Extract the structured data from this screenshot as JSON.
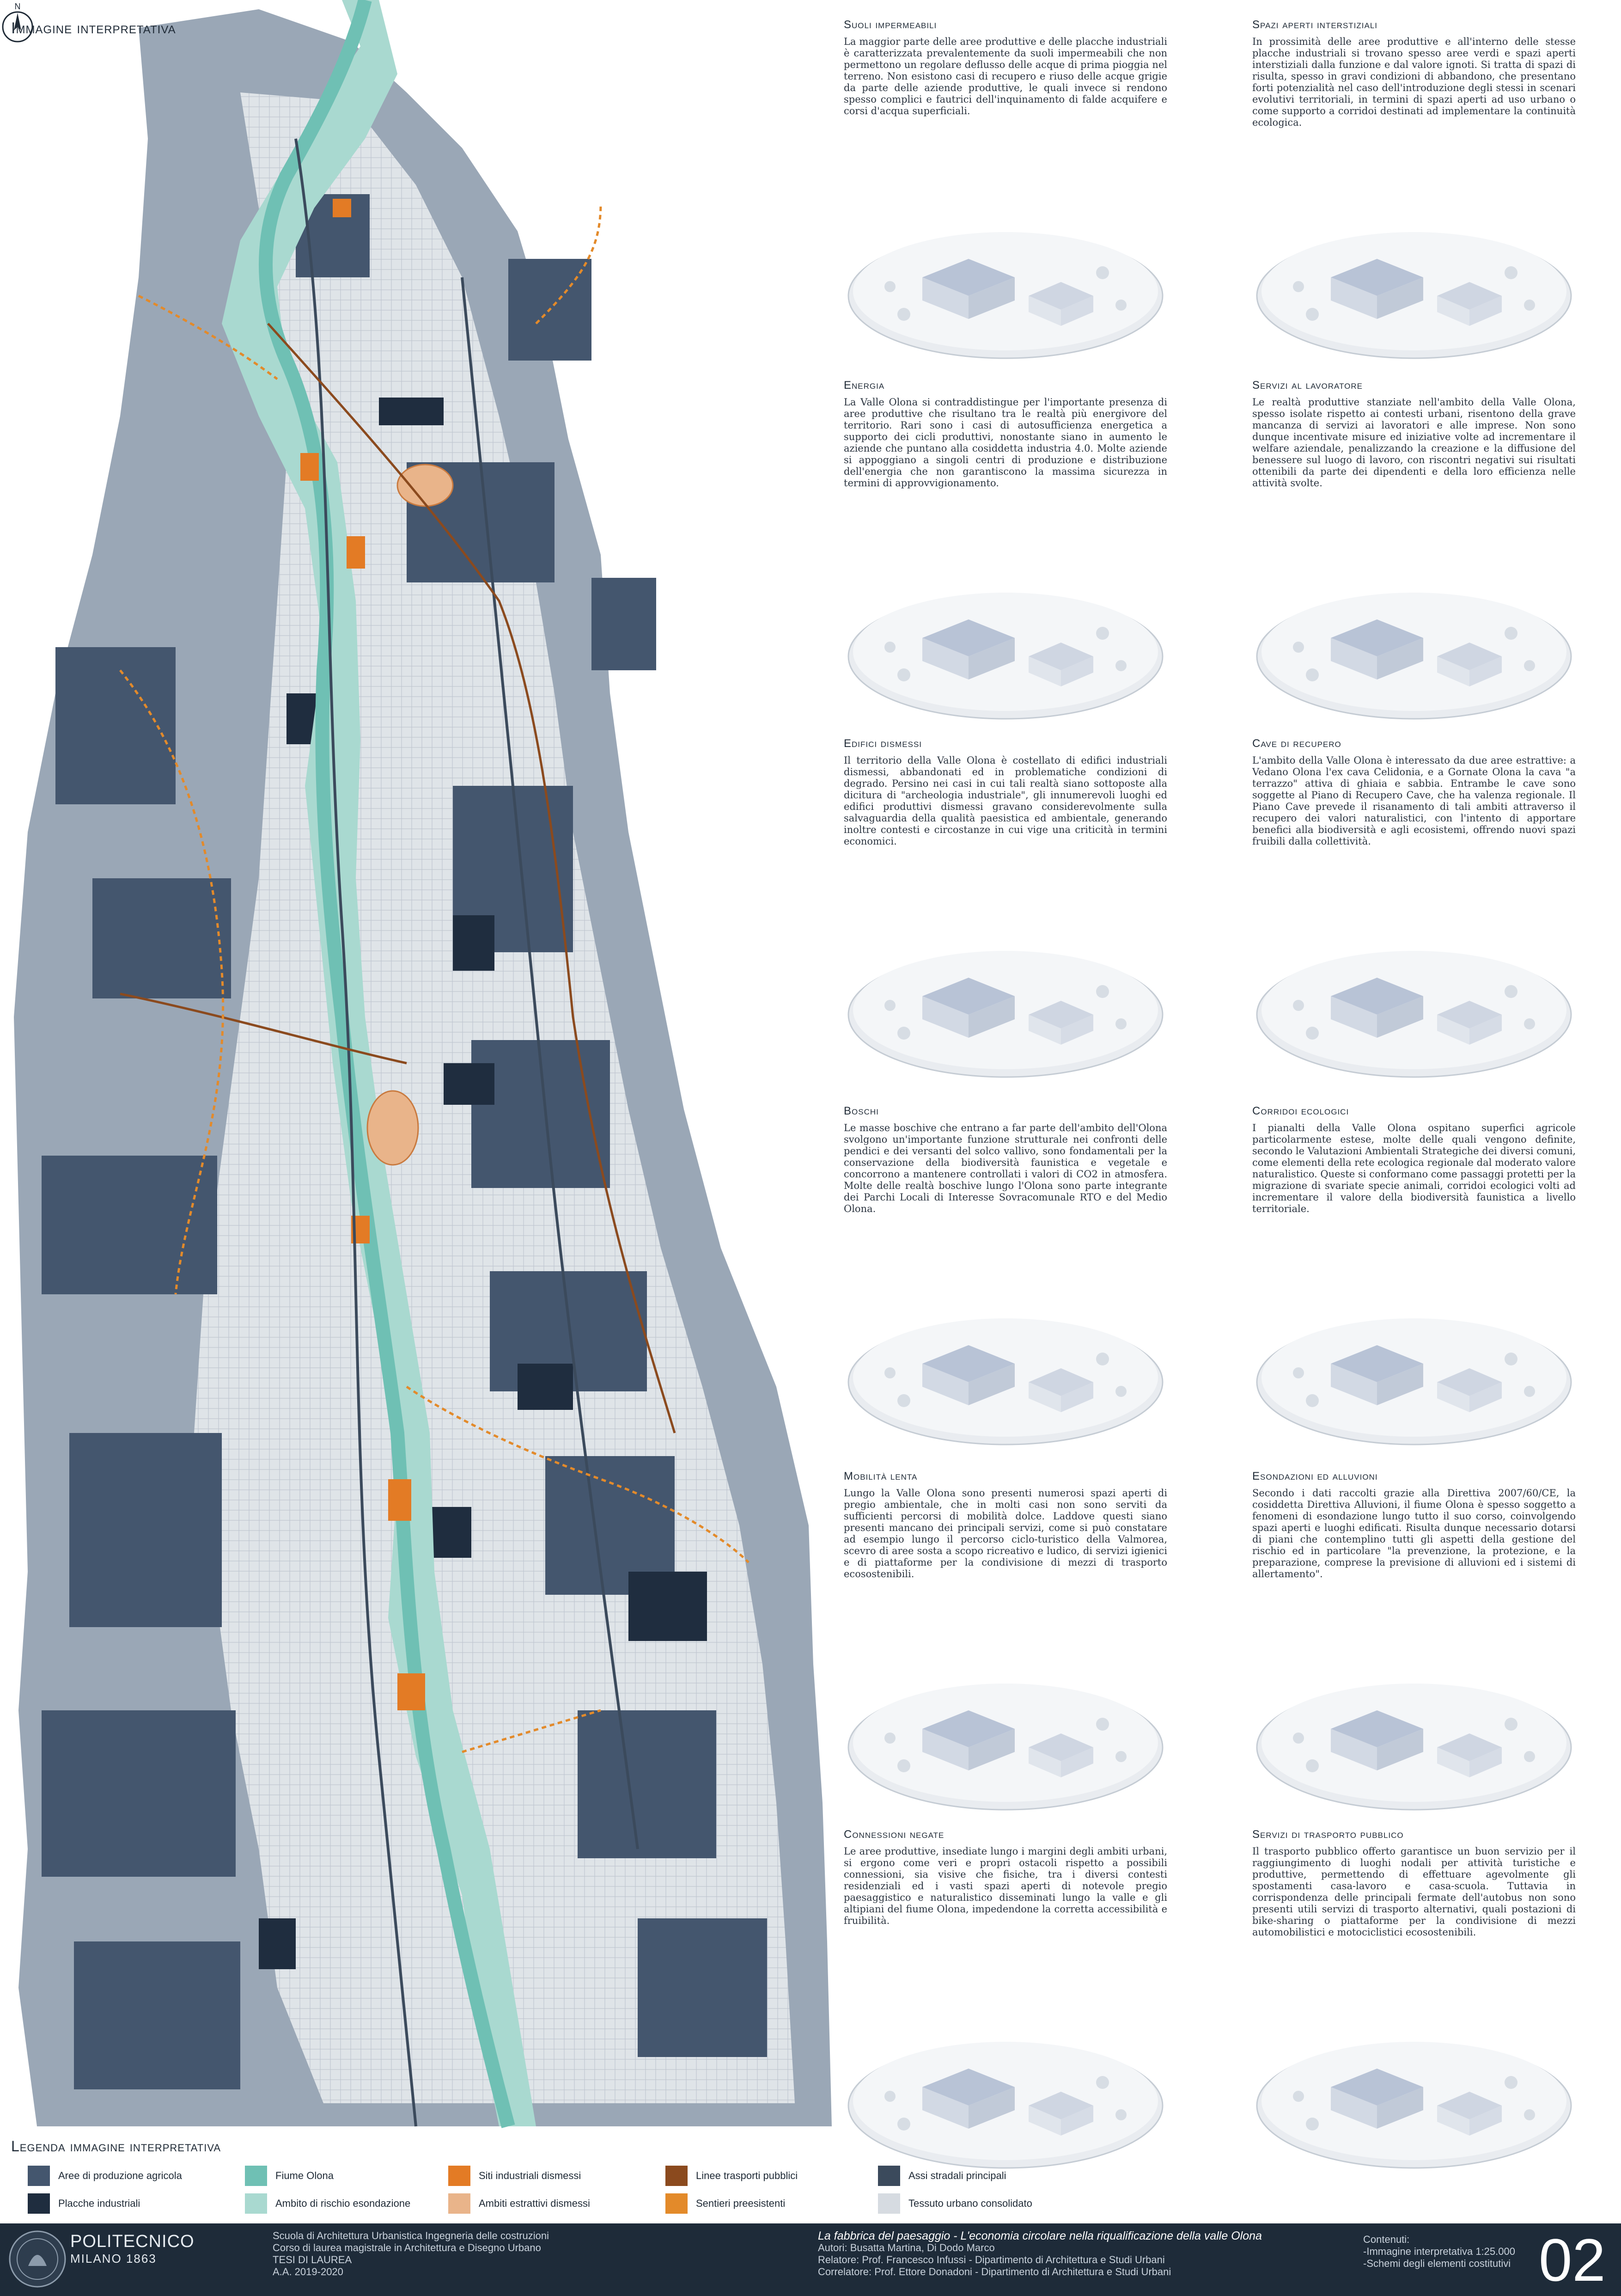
{
  "map": {
    "title": "Immagine interpretativa",
    "north_label": "N"
  },
  "panels": [
    {
      "title": "Suoli impermeabili",
      "text": "La maggior parte delle aree produttive e delle placche industriali è caratterizzata prevalentemente da suoli impermeabili che non permettono un regolare deflusso delle acque di prima pioggia nel terreno. Non esistono casi di recupero e riuso delle acque grigie da parte delle aziende produttive, le quali invece si rendono spesso complici e fautrici dell'inquinamento di falde acquifere e corsi d'acqua superficiali."
    },
    {
      "title": "Spazi aperti interstiziali",
      "text": "In prossimità delle aree produttive e all'interno delle stesse placche industriali si trovano spesso aree verdi e spazi aperti interstiziali dalla funzione e dal valore ignoti. Si tratta di spazi di risulta, spesso in gravi condizioni di abbandono, che presentano forti potenzialità nel caso dell'introduzione degli stessi in scenari evolutivi territoriali, in termini di spazi aperti ad uso urbano o come supporto a corridoi destinati ad implementare la continuità ecologica."
    },
    {
      "title": "Energia",
      "text": "La Valle Olona si contraddistingue per l'importante presenza di aree produttive che risultano tra le realtà più energivore del territorio. Rari sono i casi di autosufficienza energetica a supporto dei cicli produttivi, nonostante siano in aumento le aziende che puntano alla cosiddetta industria 4.0. Molte aziende si appoggiano a singoli centri di produzione e distribuzione dell'energia che non garantiscono la massima sicurezza in termini di approvvigionamento."
    },
    {
      "title": "Servizi al lavoratore",
      "text": "Le realtà produttive stanziate nell'ambito della Valle Olona, spesso isolate rispetto ai contesti urbani, risentono della grave mancanza di servizi ai lavoratori e alle imprese. Non sono dunque incentivate misure ed iniziative volte ad incrementare il welfare aziendale, penalizzando la creazione e la diffusione del benessere sul luogo di lavoro, con riscontri negativi sui risultati ottenibili da parte dei dipendenti e della loro efficienza nelle attività svolte."
    },
    {
      "title": "Edifici dismessi",
      "text": "Il territorio della Valle Olona è costellato di edifici industriali dismessi, abbandonati ed in problematiche condizioni di degrado. Persino nei casi in cui tali realtà siano sottoposte alla dicitura di \"archeologia industriale\", gli innumerevoli luoghi ed edifici produttivi dismessi gravano considerevolmente sulla salvaguardia della qualità paesistica ed ambientale, generando inoltre contesti e circostanze in cui vige una criticità in termini economici."
    },
    {
      "title": "Cave di recupero",
      "text": "L'ambito della Valle Olona è interessato da due aree estrattive: a Vedano Olona l'ex cava Celidonia, e a Gornate Olona la cava \"a terrazzo\" attiva di ghiaia e sabbia. Entrambe le cave sono soggette al Piano di Recupero Cave, che ha valenza regionale. Il Piano Cave prevede il risanamento di tali ambiti attraverso il recupero dei valori naturalistici, con l'intento di apportare benefici alla biodiversità e agli ecosistemi, offrendo nuovi spazi fruibili dalla collettività."
    },
    {
      "title": "Boschi",
      "text": "Le masse boschive che entrano a far parte dell'ambito dell'Olona svolgono un'importante funzione strutturale nei confronti delle pendici e dei versanti del solco vallivo, sono fondamentali per la conservazione della biodiversità faunistica e vegetale e concorrono a mantenere controllati i valori di CO2 in atmosfera. Molte delle realtà boschive lungo l'Olona sono parte integrante dei Parchi Locali di Interesse Sovracomunale RTO e del Medio Olona."
    },
    {
      "title": "Corridoi ecologici",
      "text": "I pianalti della Valle Olona ospitano superfici agricole particolarmente estese, molte delle quali vengono definite, secondo le Valutazioni Ambientali Strategiche dei diversi comuni, come elementi della rete ecologica regionale dal moderato valore naturalistico. Queste si conformano come passaggi protetti per la migrazione di svariate specie animali, corridoi ecologici volti ad incrementare il valore della biodiversità faunistica a livello territoriale."
    },
    {
      "title": "Mobilità lenta",
      "text": "Lungo la Valle Olona sono presenti numerosi spazi aperti di pregio ambientale, che in molti casi non sono serviti da sufficienti percorsi di mobilità dolce. Laddove questi siano presenti mancano dei principali servizi, come si può constatare ad esempio lungo il percorso ciclo-turistico della Valmorea, scevro di aree sosta a scopo ricreativo e ludico, di servizi igienici e di piattaforme per la condivisione di mezzi di trasporto ecosostenibili."
    },
    {
      "title": "Esondazioni ed alluvioni",
      "text": "Secondo i dati raccolti grazie alla Direttiva 2007/60/CE, la cosiddetta Direttiva Alluvioni, il fiume Olona è spesso soggetto a fenomeni di esondazione lungo tutto il suo corso, coinvolgendo spazi aperti e luoghi edificati. Risulta dunque necessario dotarsi di piani che contemplino tutti gli aspetti della gestione del rischio ed in particolare \"la prevenzione, la protezione, e la preparazione, comprese la previsione di alluvioni ed i sistemi di allertamento\"."
    },
    {
      "title": "Connessioni negate",
      "text": "Le aree produttive, insediate lungo i margini degli ambiti urbani, si ergono come veri e propri ostacoli rispetto a possibili connessioni, sia visive che fisiche, tra i diversi contesti residenziali ed i vasti spazi aperti di notevole pregio paesaggistico e naturalistico disseminati lungo la valle e gli altipiani del fiume Olona, impedendone la corretta accessibilità e fruibilità."
    },
    {
      "title": "Servizi di trasporto pubblico",
      "text": "Il trasporto pubblico offerto garantisce un buon servizio per il raggiungimento di luoghi nodali per attività turistiche e produttive, permettendo di effettuare agevolmente gli spostamenti casa-lavoro e casa-scuola. Tuttavia in corrispondenza delle principali fermate dell'autobus non sono presenti utili servizi di trasporto alternativi, quali postazioni di bike-sharing o piattaforme per la condivisione di mezzi automobilistici e motociclistici ecosostenibili."
    }
  ],
  "legend": {
    "title": "Legenda immagine interpretativa",
    "items": [
      {
        "label": "Aree di produzione agricola",
        "color": "#44566e"
      },
      {
        "label": "Placche industriali",
        "color": "#1f2d3f"
      },
      {
        "label": "Fiume Olona",
        "color": "#6fc0b4"
      },
      {
        "label": "Ambito di rischio esondazione",
        "color": "#a9d9d0"
      },
      {
        "label": "Siti industriali dismessi",
        "color": "#e37b25"
      },
      {
        "label": "Ambiti estrattivi dismessi",
        "color": "#e9b48a"
      },
      {
        "label": "Linee trasporti pubblici",
        "color": "#8b4a1e"
      },
      {
        "label": "Sentieri preesistenti",
        "color": "#e38a2a"
      },
      {
        "label": "Assi stradali principali",
        "color": "#3b4a5c"
      },
      {
        "label": "Tessuto urbano consolidato",
        "color": "#d6dbe1"
      }
    ]
  },
  "footer": {
    "university_name": "POLITECNICO",
    "university_sub": "MILANO 1863",
    "school_lines": [
      "Scuola di Architettura Urbanistica Ingegneria delle costruzioni",
      "Corso di laurea magistrale in Architettura e Disegno Urbano",
      "TESI DI LAUREA",
      "A.A. 2019-2020"
    ],
    "thesis_title": "La fabbrica del paesaggio - L'economia circolare nella riqualificazione della valle Olona",
    "people_lines": [
      "Autori:  Busatta Martina, Di Dodo Marco",
      "Relatore: Prof. Francesco Infussi - Dipartimento di Architettura e Studi Urbani",
      "Correlatore: Prof. Ettore Donadoni - Dipartimento di Architettura e Studi Urbani"
    ],
    "contents_lines": [
      "Contenuti:",
      "-Immagine interpretativa 1:25.000",
      "-Schemi degli elementi costitutivi"
    ],
    "page_number": "02"
  }
}
